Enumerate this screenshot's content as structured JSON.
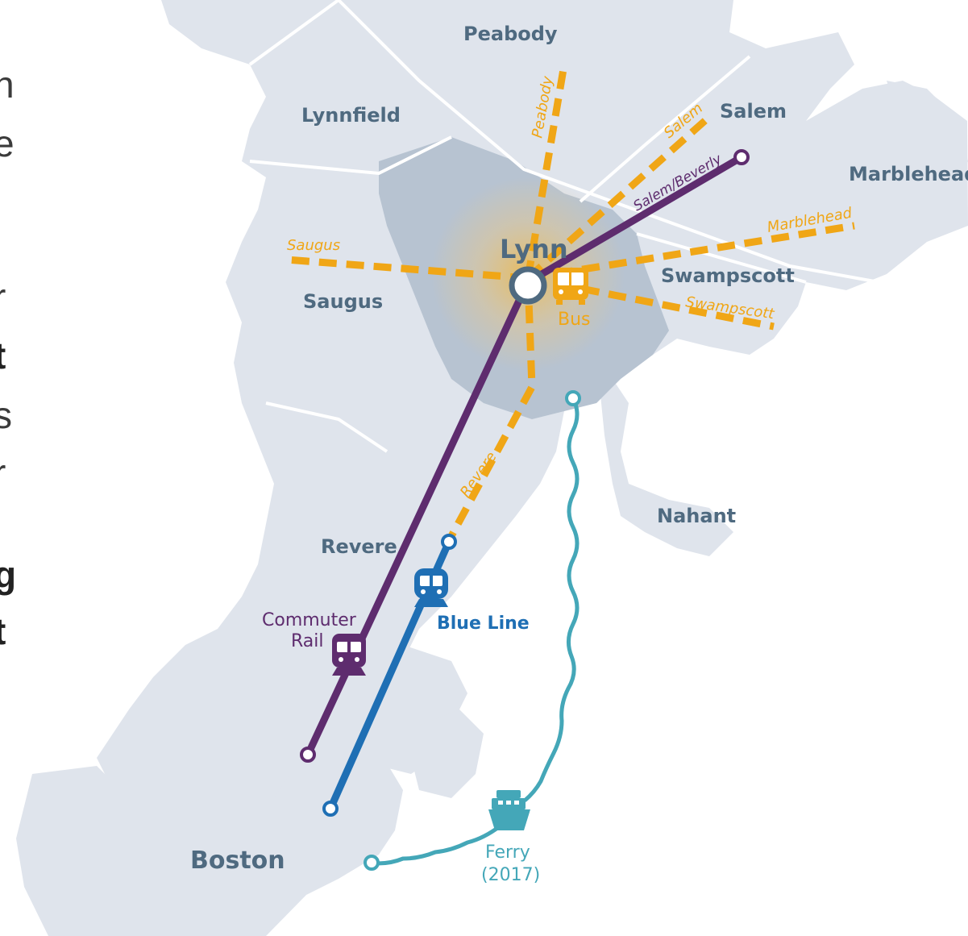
{
  "towns": {
    "peabody": "Peabody",
    "lynnfield": "Lynnfield",
    "salem": "Salem",
    "marblehead": "Marblehead",
    "saugus": "Saugus",
    "swampscott": "Swampscott",
    "revere": "Revere",
    "nahant": "Nahant",
    "boston": "Boston",
    "lynn": "Lynn"
  },
  "bus_routes": {
    "peabody": "Peabody",
    "salem": "Salem",
    "saugus": "Saugus",
    "marblehead": "Marblehead",
    "swampscott": "Swampscott",
    "revere": "Revere"
  },
  "rail_routes": {
    "salem_beverly": "Salem/Beverly"
  },
  "modes": {
    "bus": "Bus",
    "blue_line": "Blue Line",
    "commuter_rail_1": "Commuter",
    "commuter_rail_2": "Rail",
    "ferry_1": "Ferry",
    "ferry_2": "(2017)"
  },
  "edge_text": [
    "n",
    "e",
    "r",
    "t",
    "s",
    "r",
    "g",
    "t"
  ],
  "colors": {
    "land": "#dfe4ec",
    "lynn_area": "#b7c3d1",
    "border": "#ffffff",
    "label": "#4f6a80",
    "bus": "#f0a616",
    "commuter_rail": "#5e2c6e",
    "blue_line": "#1f6fb4",
    "ferry": "#44a7b8"
  }
}
